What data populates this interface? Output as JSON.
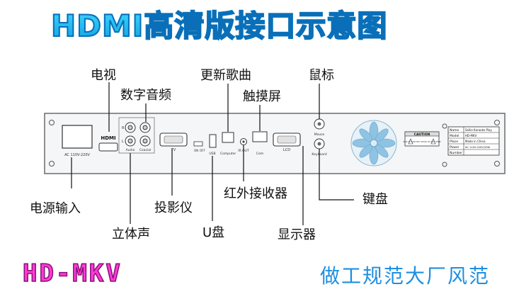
{
  "header": {
    "title": "HDMI高清版接口示意图"
  },
  "labels": {
    "power_input": "电源输入",
    "video": "电视",
    "digital_audio": "数字音频",
    "stereo": "立体声",
    "projector": "投影仪",
    "usb_drive": "U盘",
    "update_songs": "更新歌曲",
    "touchscreen": "触摸屏",
    "ir_receiver": "红外接收器",
    "display": "显示器",
    "mouse": "鼠标",
    "keyboard": "键盘"
  },
  "panel": {
    "power_spec": "AC 110V-220V",
    "hdmi_logo": "HDMI",
    "audio_label": "Audio",
    "coaxial_label": "Coaxial",
    "r_label": "R",
    "l_label": "L",
    "tv_label": "TV",
    "on_label": "ON",
    "off_label": "OFF",
    "usb_label": "USB",
    "computer_label": "Computer",
    "ir_out_label": "IR OUT",
    "com_label": "Com",
    "lcd_label": "LCD",
    "mouse_label": "Mouse",
    "keyboard_label": "Keyboard",
    "caution_title": "CAUTION",
    "caution_text": "RISK OF ELECTRIC SHOCK DO NOT OPEN",
    "nameplate": {
      "rows": [
        {
          "key": "Name",
          "value": "Sollie Karaoke Play"
        },
        {
          "key": "Model",
          "value": "HD-MKV"
        },
        {
          "key": "Place",
          "value": "Made in China"
        },
        {
          "key": "Power",
          "value": "AC 110V-220V/20W"
        },
        {
          "key": "Number",
          "value": ""
        }
      ]
    }
  },
  "footer": {
    "model": "HD-MKV",
    "slogan": "做工规范大厂风范"
  }
}
